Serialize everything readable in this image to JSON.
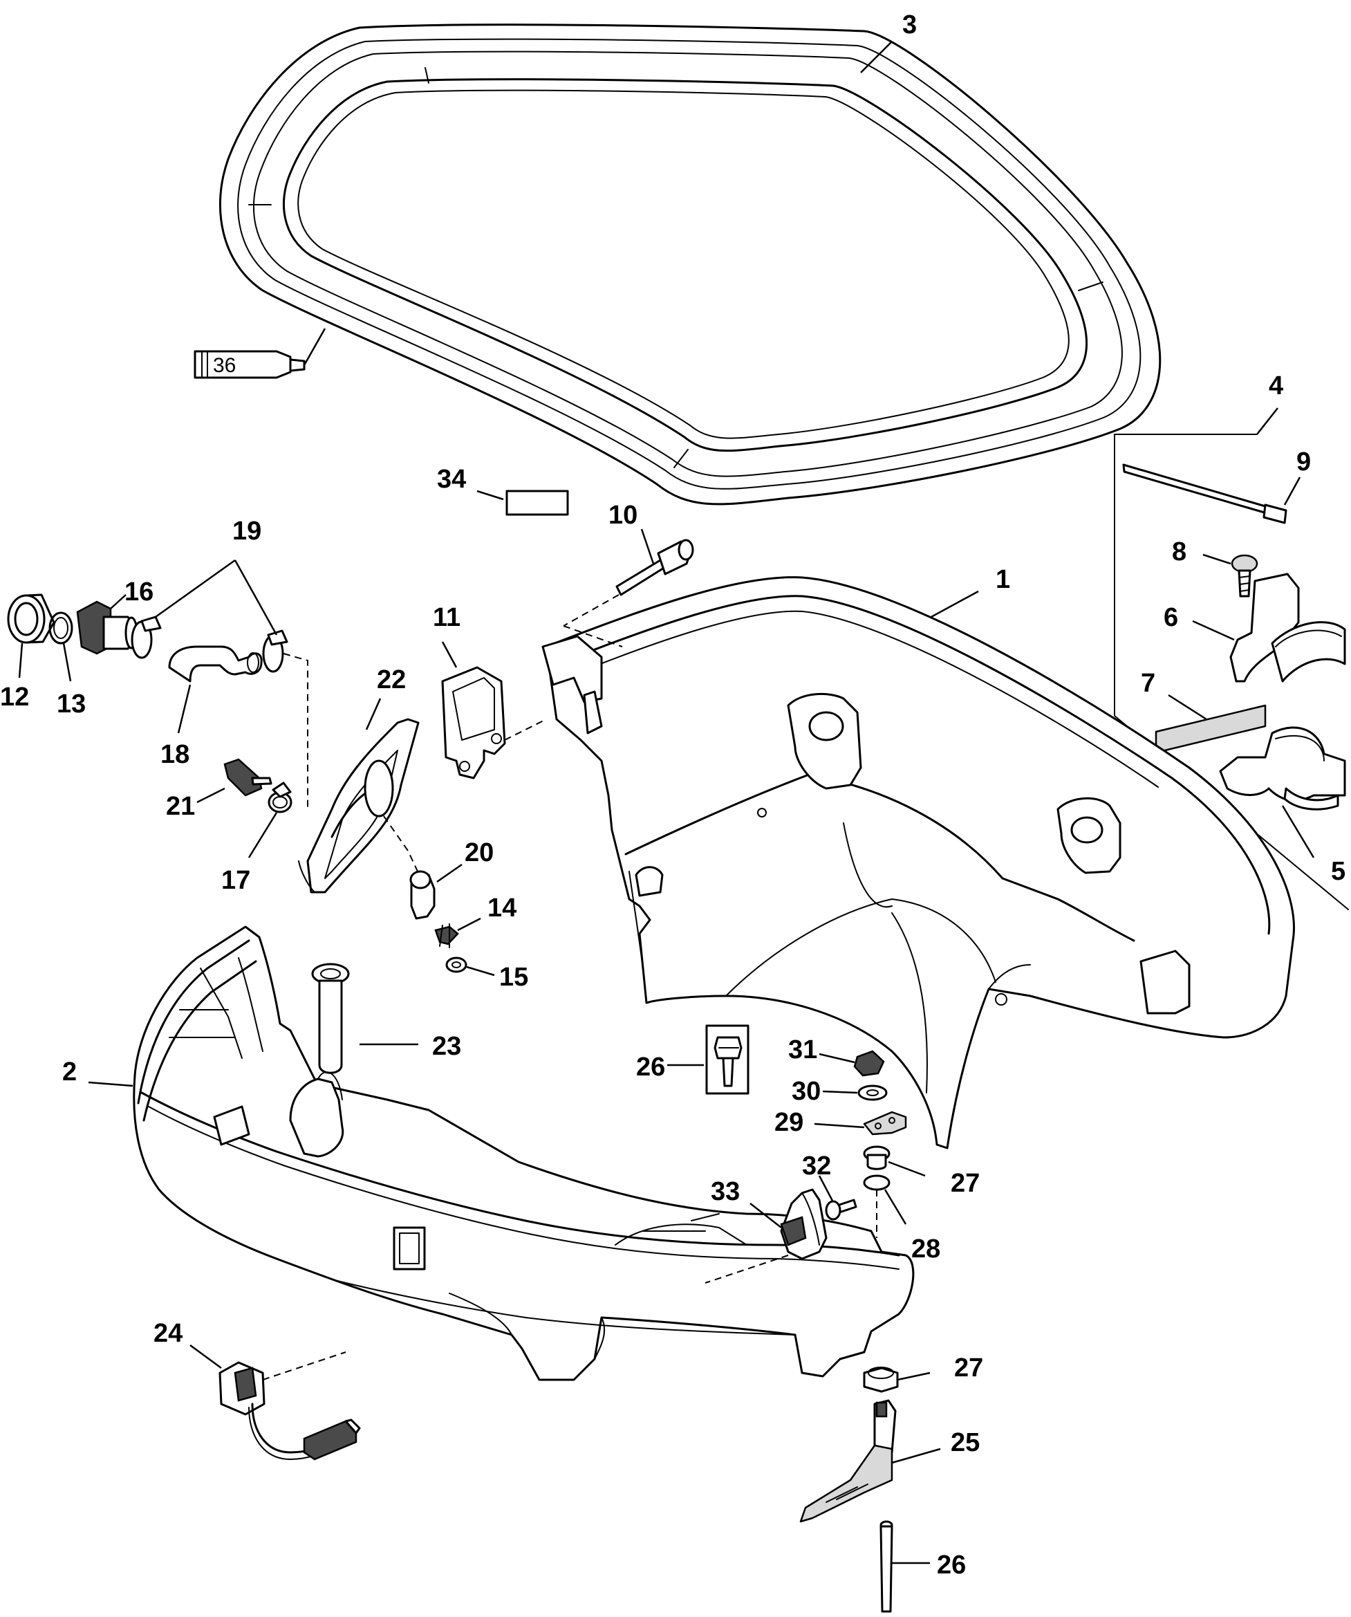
{
  "diagram": {
    "callouts": {
      "c1": "1",
      "c2": "2",
      "c3": "3",
      "c4": "4",
      "c5": "5",
      "c6": "6",
      "c7": "7",
      "c8": "8",
      "c9": "9",
      "c10": "10",
      "c11": "11",
      "c12": "12",
      "c13": "13",
      "c14": "14",
      "c15": "15",
      "c16": "16",
      "c17": "17",
      "c18": "18",
      "c19": "19",
      "c20": "20",
      "c21": "21",
      "c22": "22",
      "c23": "23",
      "c24": "24",
      "c25": "25",
      "c26a": "26",
      "c26b": "26",
      "c27a": "27",
      "c27b": "27",
      "c28": "28",
      "c29": "29",
      "c30": "30",
      "c31": "31",
      "c32": "32",
      "c33": "33",
      "c34": "34"
    },
    "tube_label": "36"
  }
}
